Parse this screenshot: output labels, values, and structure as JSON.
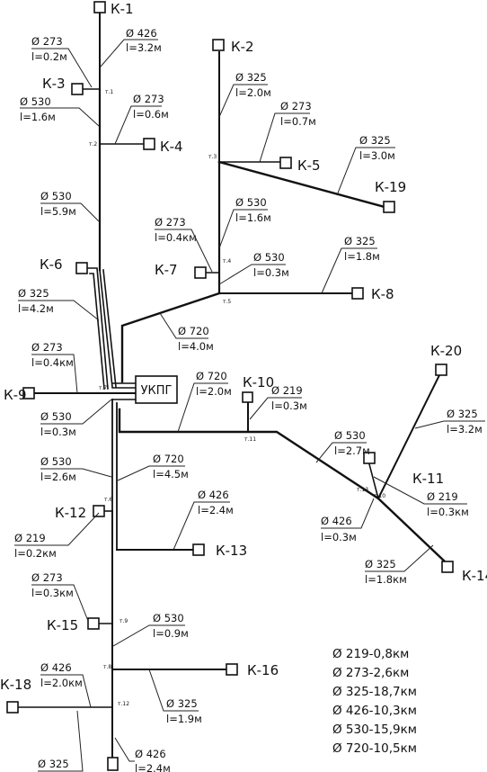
{
  "hub": {
    "label": "УКПГ"
  },
  "wells": [
    {
      "id": "K-1",
      "label": "К-1"
    },
    {
      "id": "K-2",
      "label": "К-2"
    },
    {
      "id": "K-3",
      "label": "К-3"
    },
    {
      "id": "K-4",
      "label": "К-4"
    },
    {
      "id": "K-5",
      "label": "К-5"
    },
    {
      "id": "K-6",
      "label": "К-6"
    },
    {
      "id": "K-7",
      "label": "К-7"
    },
    {
      "id": "K-8",
      "label": "К-8"
    },
    {
      "id": "K-9",
      "label": "К-9"
    },
    {
      "id": "K-10",
      "label": "К-10"
    },
    {
      "id": "K-11",
      "label": "К-11"
    },
    {
      "id": "K-12",
      "label": "К-12"
    },
    {
      "id": "K-13",
      "label": "К-13"
    },
    {
      "id": "K-14",
      "label": "К-14"
    },
    {
      "id": "K-15",
      "label": "К-15"
    },
    {
      "id": "K-16",
      "label": "К-16"
    },
    {
      "id": "K-18",
      "label": "К-18"
    },
    {
      "id": "K-19",
      "label": "К-19"
    },
    {
      "id": "K-20",
      "label": "К-20"
    }
  ],
  "nodes": [
    "т.1",
    "т.2",
    "т.3",
    "т.4",
    "т.5",
    "т.6",
    "т.7",
    "т.8",
    "т.9",
    "т.10",
    "т.11",
    "т.12",
    "т.13"
  ],
  "segments": [
    {
      "d": "Ø 426",
      "l": "l=3.2м"
    },
    {
      "d": "Ø 273",
      "l": "l=0.2м"
    },
    {
      "d": "Ø 530",
      "l": "l=1.6м"
    },
    {
      "d": "Ø 273",
      "l": "l=0.6м"
    },
    {
      "d": "Ø 530",
      "l": "l=5.9м"
    },
    {
      "d": "Ø 325",
      "l": "l=2.0м"
    },
    {
      "d": "Ø 273",
      "l": "l=0.7м"
    },
    {
      "d": "Ø 325",
      "l": "l=3.0м"
    },
    {
      "d": "Ø 530",
      "l": "l=1.6м"
    },
    {
      "d": "Ø 273",
      "l": "l=0.4км"
    },
    {
      "d": "Ø 530",
      "l": "l=0.3м"
    },
    {
      "d": "Ø 325",
      "l": "l=1.8м"
    },
    {
      "d": "Ø 325",
      "l": "l=4.2м"
    },
    {
      "d": "Ø 720",
      "l": "l=4.0м"
    },
    {
      "d": "Ø 273",
      "l": "l=0.4км"
    },
    {
      "d": "Ø 720",
      "l": "l=2.0м"
    },
    {
      "d": "Ø 219",
      "l": "l=0.3м"
    },
    {
      "d": "Ø 530",
      "l": "l=0.3м"
    },
    {
      "d": "Ø 325",
      "l": "l=3.2м"
    },
    {
      "d": "Ø 530",
      "l": "l=2.6м"
    },
    {
      "d": "Ø 720",
      "l": "l=4.5м"
    },
    {
      "d": "Ø 530",
      "l": "l=2.7м"
    },
    {
      "d": "Ø 426",
      "l": "l=2.4м"
    },
    {
      "d": "Ø 219",
      "l": "l=0.2км"
    },
    {
      "d": "Ø 219",
      "l": "l=0.3км"
    },
    {
      "d": "Ø 426",
      "l": "l=0.3м"
    },
    {
      "d": "Ø 325",
      "l": "l=1.8км"
    },
    {
      "d": "Ø 273",
      "l": "l=0.3км"
    },
    {
      "d": "Ø 530",
      "l": "l=0.9м"
    },
    {
      "d": "Ø 426",
      "l": "l=2.0км"
    },
    {
      "d": "Ø 325",
      "l": "l=1.9м"
    },
    {
      "d": "Ø 325",
      "l": ""
    },
    {
      "d": "Ø 426",
      "l": "l=2.4м"
    }
  ],
  "legend": [
    "Ø 219-0,8км",
    "Ø 273-2,6км",
    "Ø 325-18,7км",
    "Ø 426-10,3км",
    "Ø 530-15,9км",
    "Ø 720-10,5км"
  ]
}
